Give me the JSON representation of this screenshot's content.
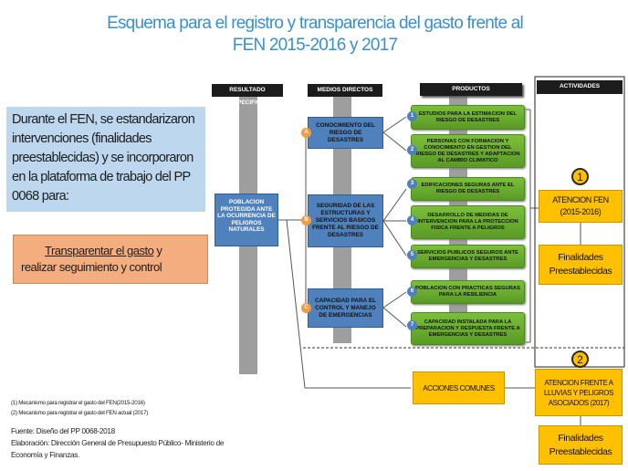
{
  "title_line1": "Esquema para el registro y transparencia del gasto frente al",
  "title_line2": "FEN 2015-2016 y 2017",
  "headers": {
    "resultado": "RESULTADO ESPECIFICO",
    "medios": "MEDIOS DIRECTOS",
    "productos": "PRODUCTOS",
    "actividades": "ACTIVIDADES"
  },
  "intro_text": "Durante el FEN, se estandarizaron intervenciones (finalidades preestablecidas) y se incorporaron en la plataforma de trabajo del PP 0068 para:",
  "transparency": {
    "underlined": "Transparentar el gasto",
    "rest": " y realizar seguimiento y control"
  },
  "result_box": "POBLACION PROTEGIDA ANTE LA OCURRENCIA DE PELIGROS NATURALES",
  "medios": [
    {
      "letter": "A",
      "label": "CONOCIMIENTO DEL RIESGO DE DESASTRES"
    },
    {
      "letter": "B",
      "label": "SEGURIDAD DE LAS ESTRUCTURAS Y SERVICIOS BASICOS FRENTE AL RIESGO DE DESASTRES"
    },
    {
      "letter": "C",
      "label": "CAPACIDAD PARA EL CONTROL Y MANEJO DE EMERGENCIAS"
    }
  ],
  "productos": [
    {
      "num": "1",
      "label": "ESTUDIOS PARA LA ESTIMACION DEL RIESGO DE DESASTRES"
    },
    {
      "num": "2",
      "label": "PERSONAS CON FORMACION Y CONOCIMIENTO EN GESTION DEL RIESGO DE DESASTRES Y ADAPTACION AL CAMBIO CLIMATICO"
    },
    {
      "num": "3",
      "label": "EDIFICACIONES SEGURAS ANTE EL RIESGO DE DESASTRES"
    },
    {
      "num": "4",
      "label": "DESARROLLO DE MEDIDAS DE INTERVENCION PARA LA PROTECCION FISICA FRENTE A PELIGROS"
    },
    {
      "num": "5",
      "label": "SERVICIOS PUBLICOS SEGUROS ANTE EMERGENCIAS Y DESASTRES"
    },
    {
      "num": "6",
      "label": "POBLACION CON PRACTICAS SEGURAS PARA LA RESILIENCIA"
    },
    {
      "num": "7",
      "label": "CAPACIDAD INSTALADA PARA LA PREPARACION Y RESPUESTA FRENTE A EMERGENCIAS Y DESASTRES"
    }
  ],
  "badge1": "1",
  "badge2": "2",
  "atencion_fen": "ATENCION FEN (2015-2016)",
  "finalidades1": "Finalidades Preestablecidas",
  "acciones_comunes": "ACCIONES COMUNES",
  "atencion_lluvias": "ATENCION FRENTE A LLUVIAS Y PELIGROS ASOCIADOS (2017)",
  "finalidades2": "Finalidades Preestablecidas",
  "notes": [
    "(1)   Mecanismo para registrar el gasto del FEN(2015-2016)",
    "(2)   Mecanismo para registrar el gasto del FEN actual (2017)"
  ],
  "source_line1": "Fuente: Diseño del PP 0068-2018",
  "source_line2": "Elaboración: Dirección General de Presupuesto Público- Ministerio de Economía y Finanzas.",
  "colors": {
    "title": "#3a8fd0",
    "blue_box": "#4f81bd",
    "green_box": "#6aab2e",
    "yellow_box": "#ffc000",
    "orange_box": "#f4ad7e",
    "light_blue_box": "#bcd7ee"
  }
}
